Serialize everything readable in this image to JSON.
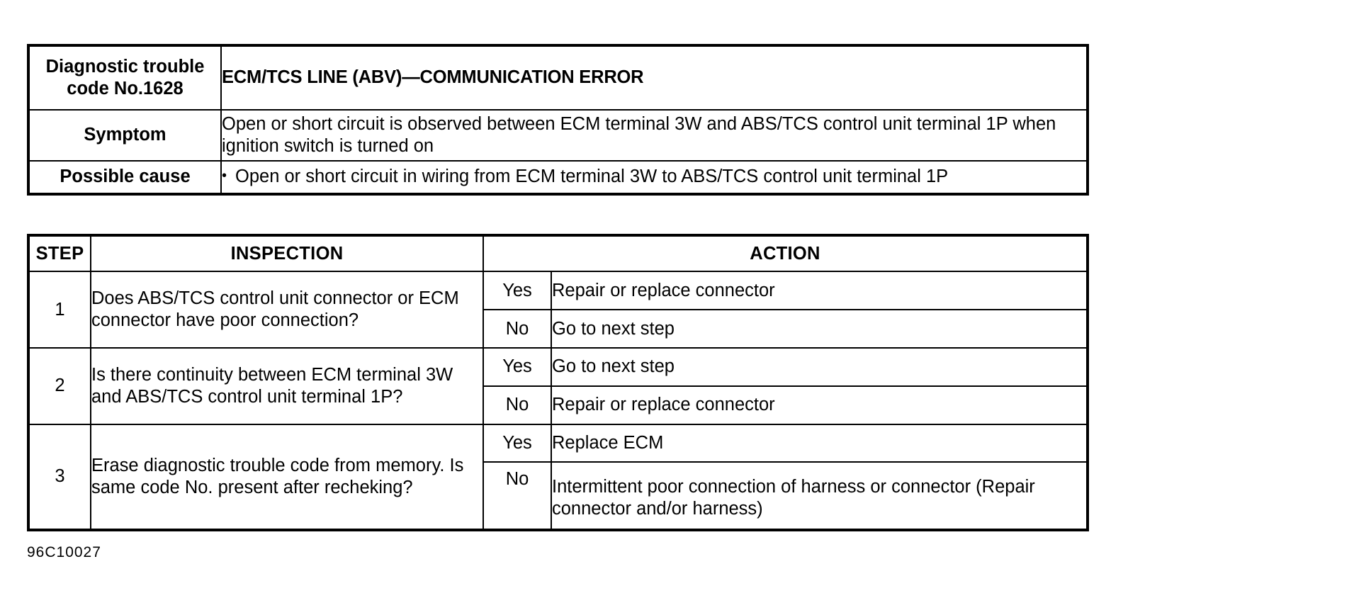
{
  "document": {
    "caption": "96C10027"
  },
  "header": {
    "code_label": "Diagnostic trouble\ncode No.1628",
    "code_label_line1": "Diagnostic trouble",
    "code_label_line2": "code No.1628",
    "title": "ECM/TCS LINE (ABV)—COMMUNICATION ERROR",
    "symptom_label": "Symptom",
    "symptom_text": "Open or short circuit is observed between ECM terminal 3W and ABS/TCS control unit terminal 1P when ignition switch is turned on",
    "possible_cause_label": "Possible cause",
    "possible_cause_bullet": "•",
    "possible_cause_text": "Open or short circuit in wiring from ECM terminal 3W to ABS/TCS control unit terminal 1P"
  },
  "table": {
    "columns": {
      "step": "STEP",
      "inspection": "INSPECTION",
      "action": "ACTION"
    },
    "rows": [
      {
        "step": "1",
        "inspection": "Does ABS/TCS control unit connector or ECM connector have poor connection?",
        "yes_label": "Yes",
        "yes_action": "Repair or replace connector",
        "no_label": "No",
        "no_action": "Go to next step"
      },
      {
        "step": "2",
        "inspection": "Is there continuity between ECM terminal 3W and ABS/TCS control unit terminal 1P?",
        "yes_label": "Yes",
        "yes_action": "Go to next step",
        "no_label": "No",
        "no_action": "Repair or replace connector"
      },
      {
        "step": "3",
        "inspection": "Erase diagnostic trouble code from memory. Is same code No. present after recheking?",
        "yes_label": "Yes",
        "yes_action": "Replace ECM",
        "no_label": "No",
        "no_action": "Intermittent poor connection of harness or connector (Repair connector and/or harness)"
      }
    ]
  },
  "colors": {
    "ink": "#000000",
    "paper": "#ffffff"
  }
}
